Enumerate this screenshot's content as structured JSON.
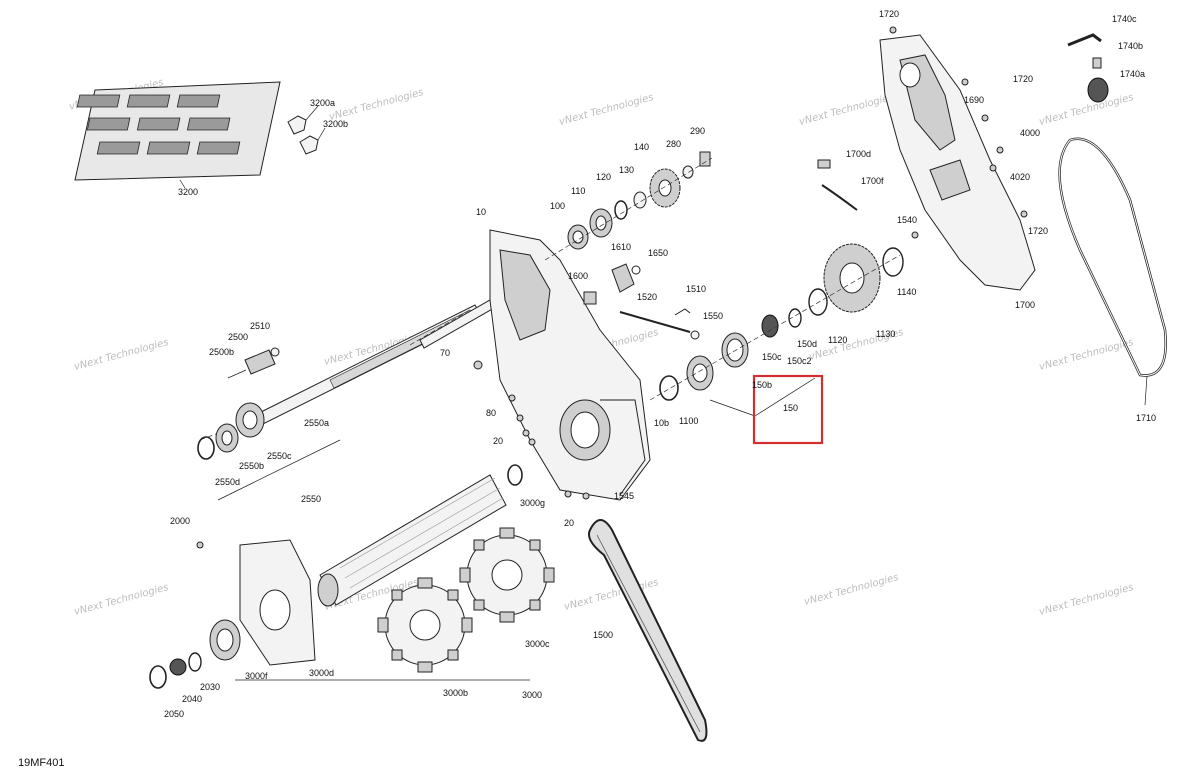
{
  "figure_id": "19MF401",
  "watermark_text": "vNext Technologies",
  "highlight_color": "#d32f2f",
  "callouts": {
    "c10": "10",
    "c20a": "20",
    "c20b": "20",
    "c70": "70",
    "c80": "80",
    "c100": "100",
    "c110": "110",
    "c120": "120",
    "c130": "130",
    "c140": "140",
    "c150": "150",
    "c150b": "150b",
    "c150c": "150c",
    "c150c2": "150c2",
    "c150d": "150d",
    "c10b": "10b",
    "c280": "280",
    "c290": "290",
    "c1100": "1100",
    "c1120": "1120",
    "c1130": "1130",
    "c1140": "1140",
    "c1500": "1500",
    "c1510": "1510",
    "c1520": "1520",
    "c1540": "1540",
    "c1545": "1545",
    "c1550": "1550",
    "c1600": "1600",
    "c1610": "1610",
    "c1650": "1650",
    "c1690": "1690",
    "c1700": "1700",
    "c1700d": "1700d",
    "c1700f": "1700f",
    "c1710": "1710",
    "c1720a": "1720",
    "c1720b": "1720",
    "c1720c": "1720",
    "c1740a": "1740a",
    "c1740b": "1740b",
    "c1740c": "1740c",
    "c2000": "2000",
    "c2030": "2030",
    "c2040": "2040",
    "c2050": "2050",
    "c2500": "2500",
    "c2500b": "2500b",
    "c2510": "2510",
    "c2550": "2550",
    "c2550a": "2550a",
    "c2550b": "2550b",
    "c2550c": "2550c",
    "c2550d": "2550d",
    "c3000": "3000",
    "c3000b": "3000b",
    "c3000c": "3000c",
    "c3000d": "3000d",
    "c3000f": "3000f",
    "c3000g": "3000g",
    "c3200": "3200",
    "c3200a": "3200a",
    "c3200b": "3200b",
    "c4000": "4000",
    "c4020": "4020"
  }
}
